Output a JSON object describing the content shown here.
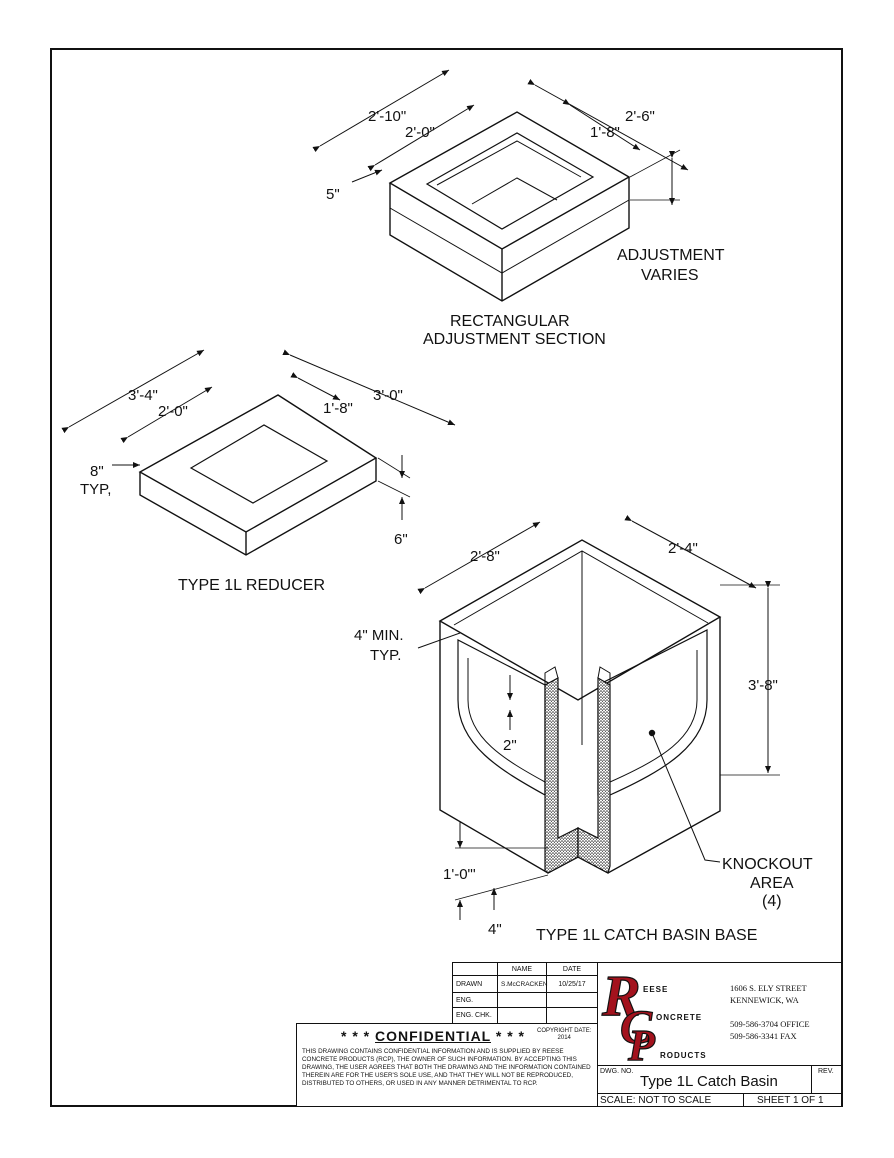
{
  "views": {
    "adjustment": {
      "title_line1": "RECTANGULAR",
      "title_line2": "ADJUSTMENT SECTION",
      "dims": {
        "outer_left": "2'-10\"",
        "inner_left": "2'-0\"",
        "outer_right": "2'-6\"",
        "inner_right": "1'-8\"",
        "wall": "5\""
      },
      "note_line1": "ADJUSTMENT",
      "note_line2": "VARIES"
    },
    "reducer": {
      "title": "TYPE 1L REDUCER",
      "dims": {
        "outer_left": "3'-4\"",
        "inner_left": "2'-0\"",
        "outer_right": "3'-0\"",
        "inner_right": "1'-8\"",
        "wall_line1": "8\"",
        "wall_line2": "TYP,",
        "height": "6\""
      }
    },
    "base": {
      "title": "TYPE 1L CATCH BASIN BASE",
      "dims": {
        "left": "2'-8\"",
        "right": "2'-4\"",
        "height": "3'-8\"",
        "min_line1": "4\" MIN.",
        "min_line2": "TYP.",
        "two_in": "2\"",
        "floor": "1'-0\"'",
        "four_in": "4\""
      },
      "knockout_line1": "KNOCKOUT",
      "knockout_line2": "AREA",
      "knockout_line3": "(4)"
    }
  },
  "title_block": {
    "header_name": "NAME",
    "header_date": "DATE",
    "rows": [
      {
        "label": "DRAWN",
        "name": "S.McCRACKEN",
        "date": "10/25/17"
      },
      {
        "label": "ENG.",
        "name": "",
        "date": ""
      },
      {
        "label": "ENG. CHK.",
        "name": "",
        "date": ""
      }
    ],
    "company": {
      "logo_text": [
        "EESE",
        "ONCRETE",
        "RODUCTS"
      ],
      "address1": "1606 S. ELY STREET",
      "address2": "KENNEWICK, WA",
      "office": "509-586-3704 OFFICE",
      "fax": "509-586-3341 FAX"
    },
    "dwg_no_label": "DWG. NO.",
    "drawing_title": "Type 1L Catch Basin",
    "rev_label": "REV.",
    "scale": "SCALE: NOT TO SCALE",
    "sheet": "SHEET 1 OF 1"
  },
  "confidential": {
    "title_stars_left": "* * *",
    "title": "CONFIDENTIAL",
    "title_stars_right": "* * *",
    "copyright_line1": "COPYRIGHT DATE:",
    "copyright_line2": "2014",
    "body": "THIS DRAWING CONTAINS CONFIDENTIAL INFORMATION AND IS SUPPLIED BY REESE CONCRETE PRODUCTS (RCP), THE OWNER OF SUCH INFORMATION. BY ACCEPTING THIS DRAWING, THE USER AGREES THAT BOTH THE DRAWING AND THE INFORMATION CONTAINED THEREIN ARE FOR THE USER'S SOLE USE, AND THAT THEY WILL NOT BE REPRODUCED, DISTRIBUTED TO OTHERS, OR USED IN ANY MANNER DETRIMENTAL TO RCP."
  },
  "colors": {
    "ink": "#111111",
    "logo_red": "#a3121d",
    "hatch": "#222222"
  }
}
